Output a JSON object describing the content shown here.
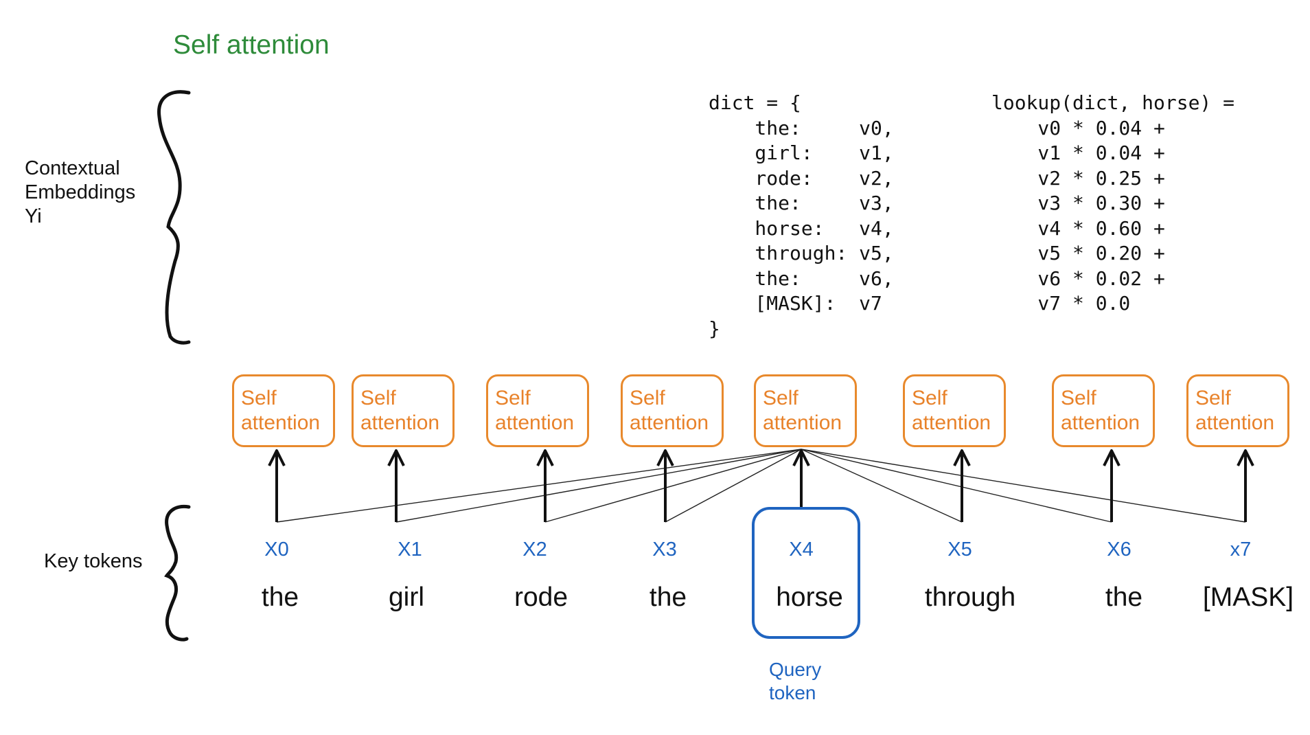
{
  "title": "Self attention",
  "contextual_label": [
    "Contextual",
    "Embeddings",
    "Yi"
  ],
  "key_tokens_label": "Key tokens",
  "code_left": "dict = {\n    the:     v0,\n    girl:    v1,\n    rode:    v2,\n    the:     v3,\n    horse:   v4,\n    through: v5,\n    the:     v6,\n    [MASK]:  v7\n}",
  "code_right": "lookup(dict, horse) =\n    v0 * 0.04 +\n    v1 * 0.04 +\n    v2 * 0.25 +\n    v3 * 0.30 +\n    v4 * 0.60 +\n    v5 * 0.20 +\n    v6 * 0.02 +\n    v7 * 0.0",
  "self_attention_label": "Self attention",
  "tokens": [
    {
      "x_label": "X0",
      "word": "the"
    },
    {
      "x_label": "X1",
      "word": "girl"
    },
    {
      "x_label": "X2",
      "word": "rode"
    },
    {
      "x_label": "X3",
      "word": "the"
    },
    {
      "x_label": "X4",
      "word": "horse"
    },
    {
      "x_label": "X5",
      "word": "through"
    },
    {
      "x_label": "X6",
      "word": "the"
    },
    {
      "x_label": "x7",
      "word": "[MASK]"
    }
  ],
  "query_label": "Query token",
  "colors": {
    "title": "#2e8b3a",
    "self_attention": "#e8892c",
    "query": "#1f64c0",
    "line": "#111111"
  }
}
